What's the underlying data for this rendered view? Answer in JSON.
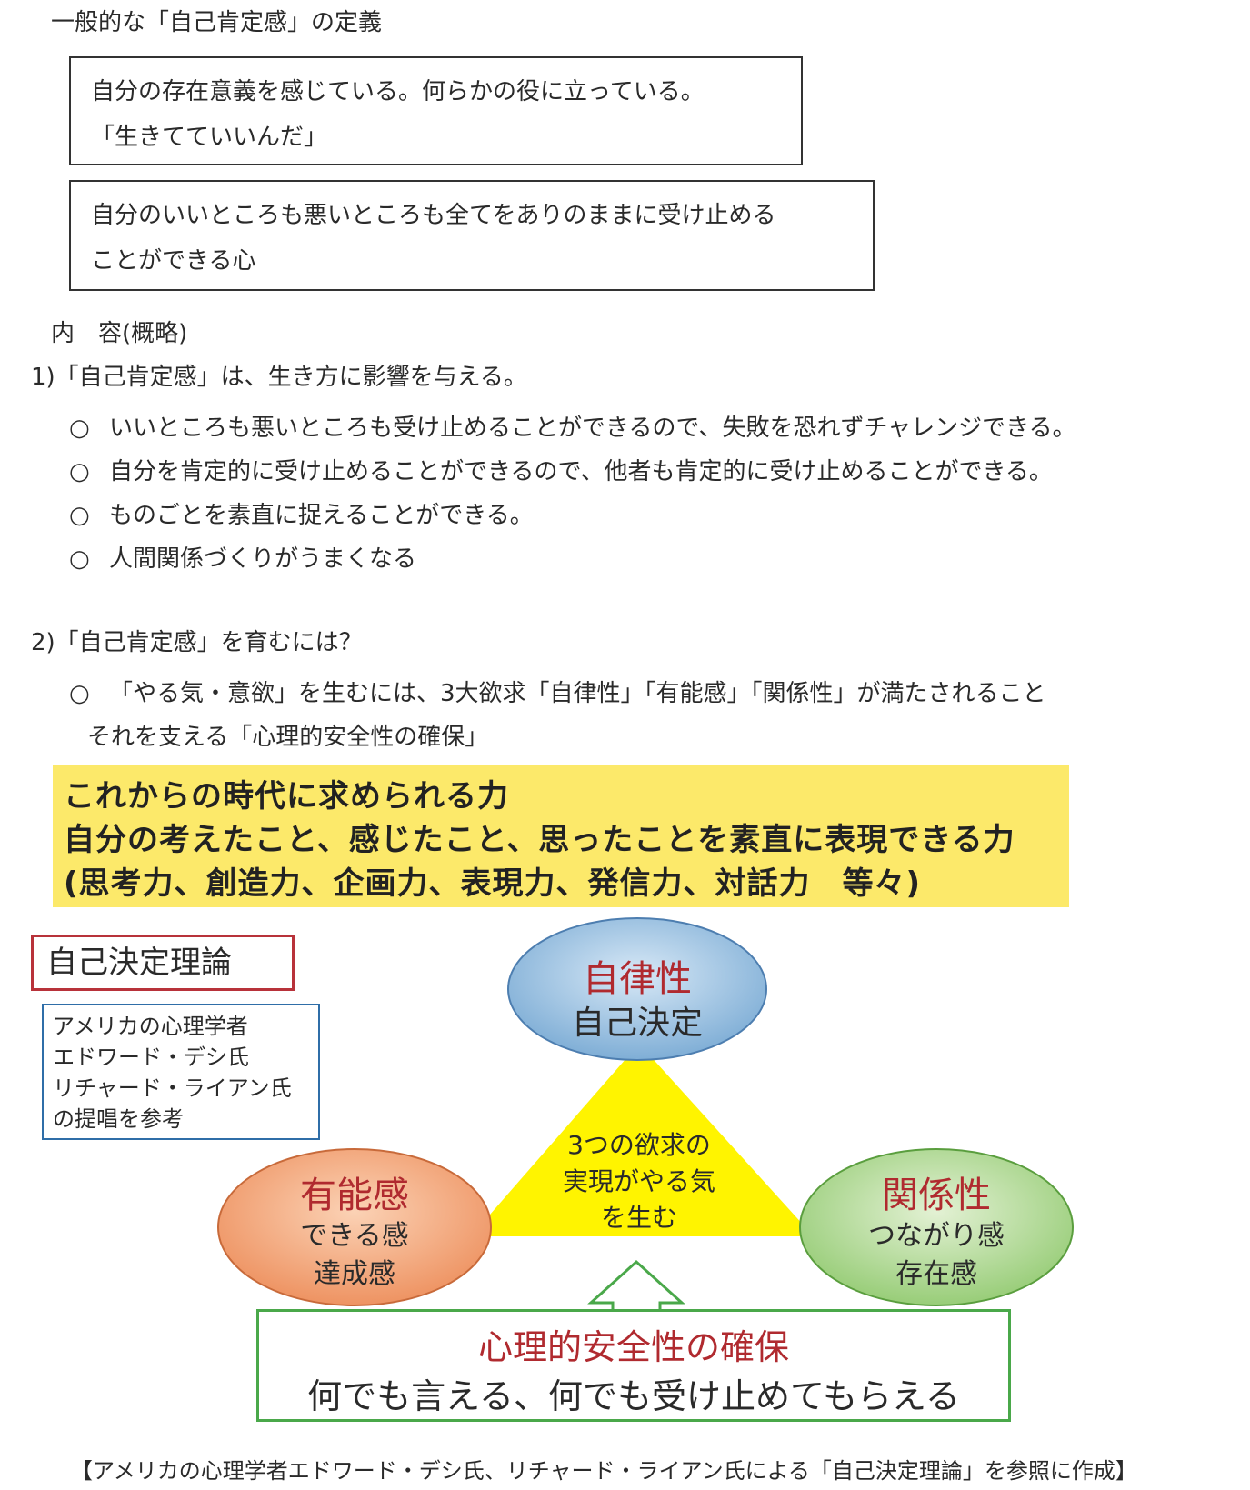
{
  "definition": {
    "heading": "一般的な「自己肯定感」の定義",
    "box1": [
      "自分の存在意義を感じている。何らかの役に立っている。",
      "「生きてていいんだ」"
    ],
    "box2": [
      "自分のいいところも悪いところも全てをありのままに受け止める",
      "ことができる心"
    ]
  },
  "content": {
    "heading": "内　容(概略)",
    "section1": {
      "title": "1)「自己肯定感」は、生き方に影響を与える。",
      "items": [
        "いいところも悪いところも受け止めることができるので、失敗を恐れずチャレンジできる。",
        "自分を肯定的に受け止めることができるので、他者も肯定的に受け止めることができる。",
        "ものごとを素直に捉えることができる。",
        "人間関係づくりがうまくなる"
      ],
      "bullet": "○"
    },
    "section2": {
      "title": "2)「自己肯定感」を育むには？",
      "line1": "「やる気・意欲」を生むには、3大欲求「自律性」「有能感」「関係性」が満たされること",
      "line2": "それを支える「心理的安全性の確保」",
      "bullet": "○"
    }
  },
  "highlight": [
    "これからの時代に求められる力",
    "自分の考えたこと、感じたこと、思ったことを素直に表現できる力",
    "(思考力、創造力、企画力、表現力、発信力、対話力　等々)"
  ],
  "diagram": {
    "theory_title": "自己決定理論",
    "reference": [
      "アメリカの心理学者",
      "エドワード・デシ氏",
      "リチャード・ライアン氏",
      "の提唱を参考"
    ],
    "center": [
      "3つの欲求の",
      "実現がやる気",
      "を生む"
    ],
    "autonomy": {
      "title": "自律性",
      "sub": [
        "自己決定"
      ]
    },
    "competence": {
      "title": "有能感",
      "sub": [
        "できる感",
        "達成感"
      ]
    },
    "relatedness": {
      "title": "関係性",
      "sub": [
        "つながり感",
        "存在感"
      ]
    },
    "safety": {
      "title": "心理的安全性の確保",
      "sub": "何でも言える、何でも受け止めてもらえる"
    }
  },
  "footer": "【アメリカの心理学者エドワード・デシ氏、リチャード・ライアン氏による「自己決定理論」を参照に作成】",
  "colors": {
    "highlight_bg": "#fce96a",
    "theory_border": "#b8323a",
    "ref_border": "#2f6ea8",
    "accent_red": "#b02a2f",
    "safety_border": "#4aa84a",
    "triangle": "#fff400"
  }
}
